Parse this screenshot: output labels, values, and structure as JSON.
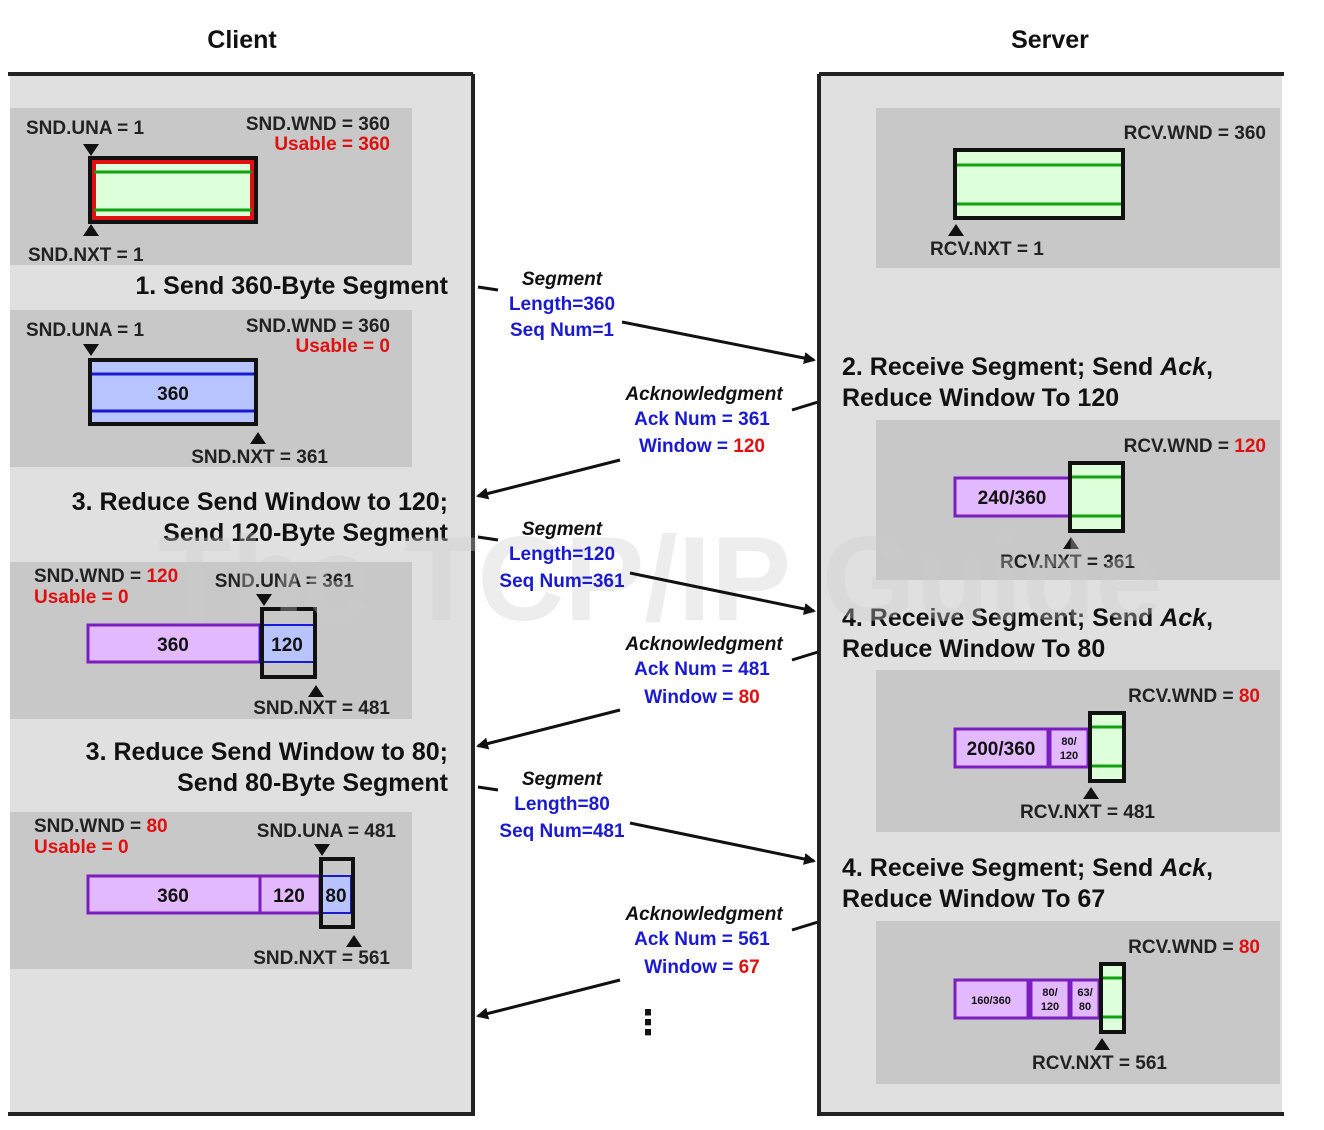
{
  "headers": {
    "client": "Client",
    "server": "Server"
  },
  "watermark": "The TCP/IP Guide",
  "client": {
    "p1": {
      "una": "SND.UNA = 1",
      "wnd": "SND.WND = 360",
      "usable": "Usable = 360",
      "nxt": "SND.NXT = 1"
    },
    "step1": "1. Send 360-Byte Segment",
    "p2": {
      "una": "SND.UNA = 1",
      "wnd": "SND.WND = 360",
      "usable": "Usable = 0",
      "cell": "360",
      "nxt": "SND.NXT = 361"
    },
    "step3a": {
      "l1": "3. Reduce Send Window to 120;",
      "l2": "Send 120-Byte Segment"
    },
    "p3": {
      "wnd_label": "SND.WND = ",
      "wnd_value": "120",
      "usable": "Usable = 0",
      "una": "SND.UNA = 361",
      "c1": "360",
      "c2": "120",
      "nxt": "SND.NXT = 481"
    },
    "step3b": {
      "l1": "3. Reduce Send Window to 80;",
      "l2": "Send 80-Byte Segment"
    },
    "p4": {
      "wnd_label": "SND.WND = ",
      "wnd_value": "80",
      "usable": "Usable = 0",
      "una": "SND.UNA = 481",
      "c1": "360",
      "c2": "120",
      "c3": "80",
      "nxt": "SND.NXT = 561"
    }
  },
  "server": {
    "p1": {
      "wnd": "RCV.WND = 360",
      "nxt": "RCV.NXT = 1"
    },
    "step2": {
      "l1a": "2. Receive Segment; Send ",
      "l1b": "Ack",
      "l1c": ",",
      "l2": "Reduce Window To 120"
    },
    "p2": {
      "wnd_label": "RCV.WND = ",
      "wnd_value": "120",
      "cell": "240/360",
      "nxt": "RCV.NXT = 361"
    },
    "step4a": {
      "l1a": "4. Receive Segment; Send ",
      "l1b": "Ack",
      "l1c": ",",
      "l2": "Reduce Window To 80"
    },
    "p3": {
      "wnd_label": "RCV.WND = ",
      "wnd_value": "80",
      "cell": "200/360",
      "small1a": "80/",
      "small1b": "120",
      "nxt": "RCV.NXT = 481"
    },
    "step4b": {
      "l1a": "4. Receive Segment; Send ",
      "l1b": "Ack",
      "l1c": ",",
      "l2": "Reduce Window To 67"
    },
    "p4": {
      "wnd_label": "RCV.WND = ",
      "wnd_value": "80",
      "cell": "160/360",
      "small1a": "80/",
      "small1b": "120",
      "small2a": "63/",
      "small2b": "80",
      "nxt": "RCV.NXT = 561"
    }
  },
  "messages": {
    "seg1": {
      "title": "Segment",
      "l1": "Length=360",
      "l2": "Seq Num=1"
    },
    "ack1": {
      "title": "Acknowledgment",
      "l1": "Ack Num = 361",
      "l2_label": "Window = ",
      "l2_value": "120"
    },
    "seg2": {
      "title": "Segment",
      "l1": "Length=120",
      "l2": "Seq Num=361"
    },
    "ack2": {
      "title": "Acknowledgment",
      "l1": "Ack Num = 481",
      "l2_label": "Window = ",
      "l2_value": "80"
    },
    "seg3": {
      "title": "Segment",
      "l1": "Length=80",
      "l2": "Seq Num=481"
    },
    "ack3": {
      "title": "Acknowledgment",
      "l1": "Ack Num = 561",
      "l2_label": "Window = ",
      "l2_value": "67"
    },
    "ellipsis": "⋮"
  }
}
